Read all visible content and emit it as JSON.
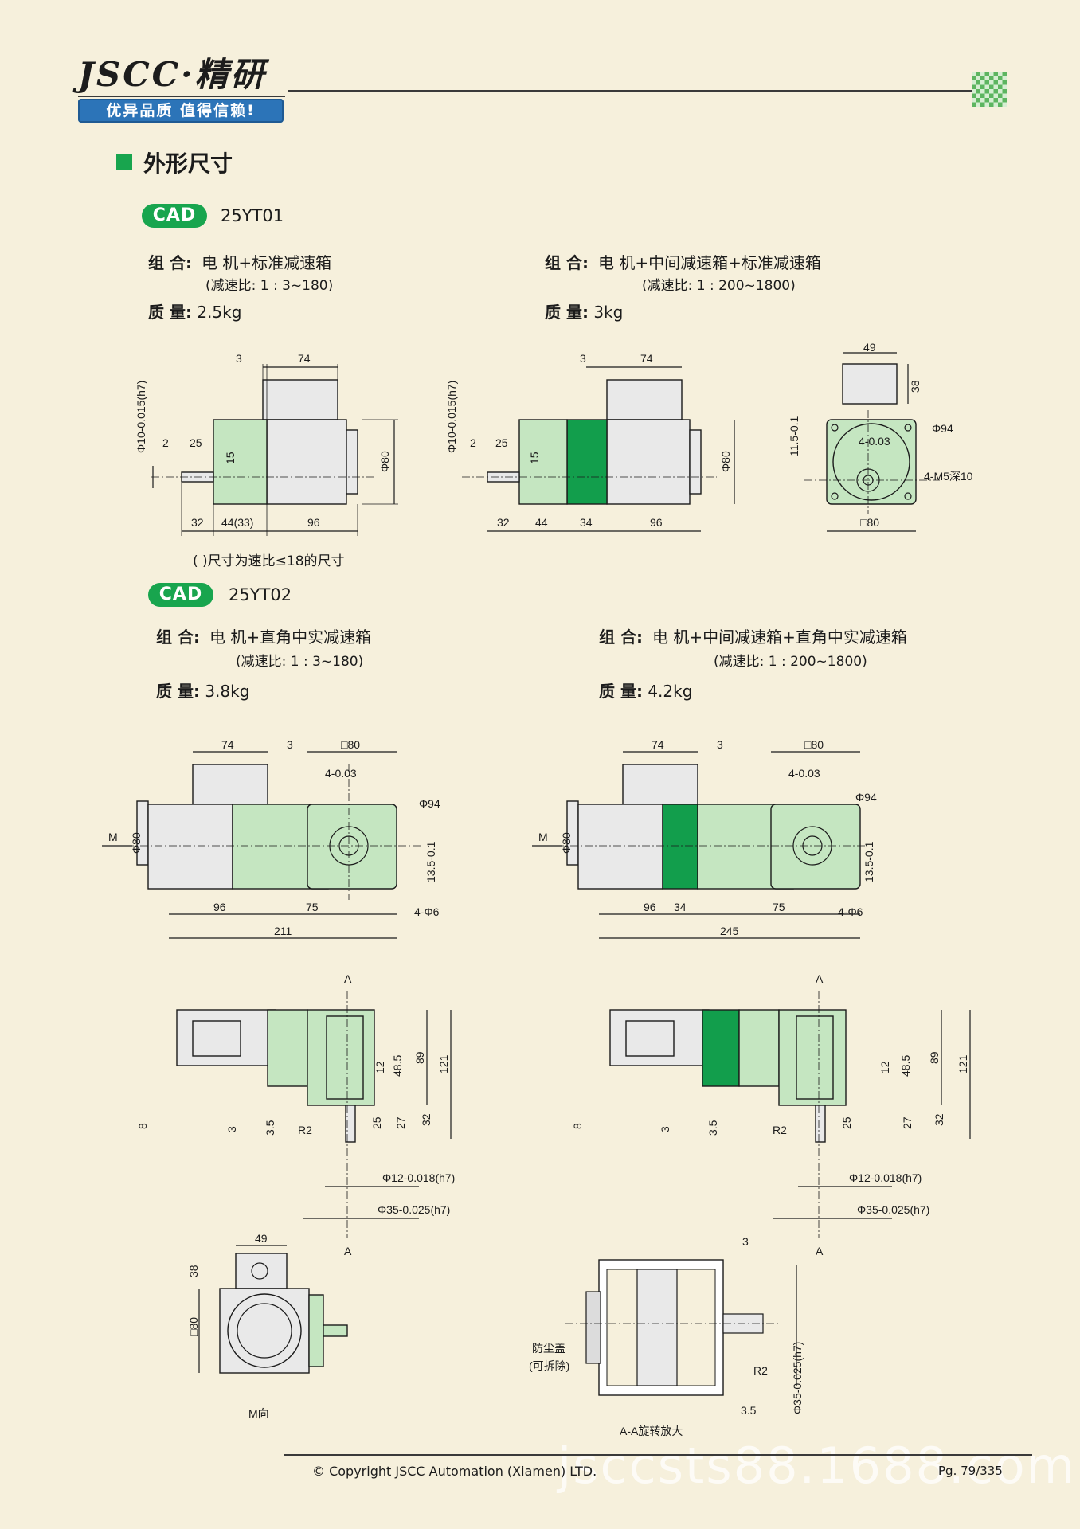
{
  "header": {
    "logo": "JSCC·精研",
    "slogan": "优异品质 值得信赖!"
  },
  "section_title": "外形尺寸",
  "cad_badge": "CAD",
  "yt01": {
    "model": "25YT01",
    "left": {
      "combo_label": "组 合:",
      "combo": "电 机+标准减速箱",
      "ratio": "(减速比: 1 : 3~180)",
      "mass_label": "质 量:",
      "mass": "2.5kg"
    },
    "right": {
      "combo_label": "组 合:",
      "combo": "电 机+中间减速箱+标准减速箱",
      "ratio": "(减速比: 1 : 200~1800)",
      "mass_label": "质 量:",
      "mass": "3kg"
    },
    "note": "( )尺寸为速比≤18的尺寸",
    "dims": {
      "d3": "3",
      "d74": "74",
      "d10": "Φ10-0.015(h7)",
      "d2": "2",
      "d25": "25",
      "d15": "15",
      "d80": "Φ80",
      "d32": "32",
      "d44_33": "44(33)",
      "d44": "44",
      "d34": "34",
      "d96": "96",
      "d49": "49",
      "d38": "38",
      "d115": "11.5-0.1",
      "d4": "4-0.03",
      "phi94": "Φ94",
      "m5": "4-M5深10",
      "sq80": "□80"
    }
  },
  "yt02": {
    "model": "25YT02",
    "left": {
      "combo_label": "组 合:",
      "combo": "电 机+直角中实减速箱",
      "ratio": "(减速比: 1 : 3~180)",
      "mass_label": "质 量:",
      "mass": "3.8kg"
    },
    "right": {
      "combo_label": "组 合:",
      "combo": "电 机+中间减速箱+直角中实减速箱",
      "ratio": "(减速比: 1 : 200~1800)",
      "mass_label": "质 量:",
      "mass": "4.2kg"
    },
    "dims": {
      "d74": "74",
      "d3": "3",
      "sq80": "□80",
      "d4": "4-0.03",
      "phi94": "Φ94",
      "m": "M",
      "d80": "Φ80",
      "d135": "13.5-0.1",
      "d96": "96",
      "d75": "75",
      "d34": "34",
      "d211": "211",
      "d245": "245",
      "hole": "4-Φ6",
      "a": "A",
      "d12": "12",
      "d485": "48.5",
      "d89": "89",
      "d121": "121",
      "d8": "8",
      "d35": "3.5",
      "d25": "25",
      "d27": "27",
      "d32": "32",
      "r2": "R2",
      "phi12": "Φ12-0.018(h7)",
      "phi35": "Φ35-0.025(h7)",
      "d49": "49",
      "d38": "38",
      "m_view": "M向",
      "dust1": "防尘盖",
      "dust2": "(可拆除)",
      "aa": "A-A旋转放大"
    }
  },
  "footer": {
    "copyright": "© Copyright JSCC Automation (Xiamen) LTD.",
    "page": "Pg. 79/335",
    "watermark": "jsccsts88.1688.com"
  }
}
